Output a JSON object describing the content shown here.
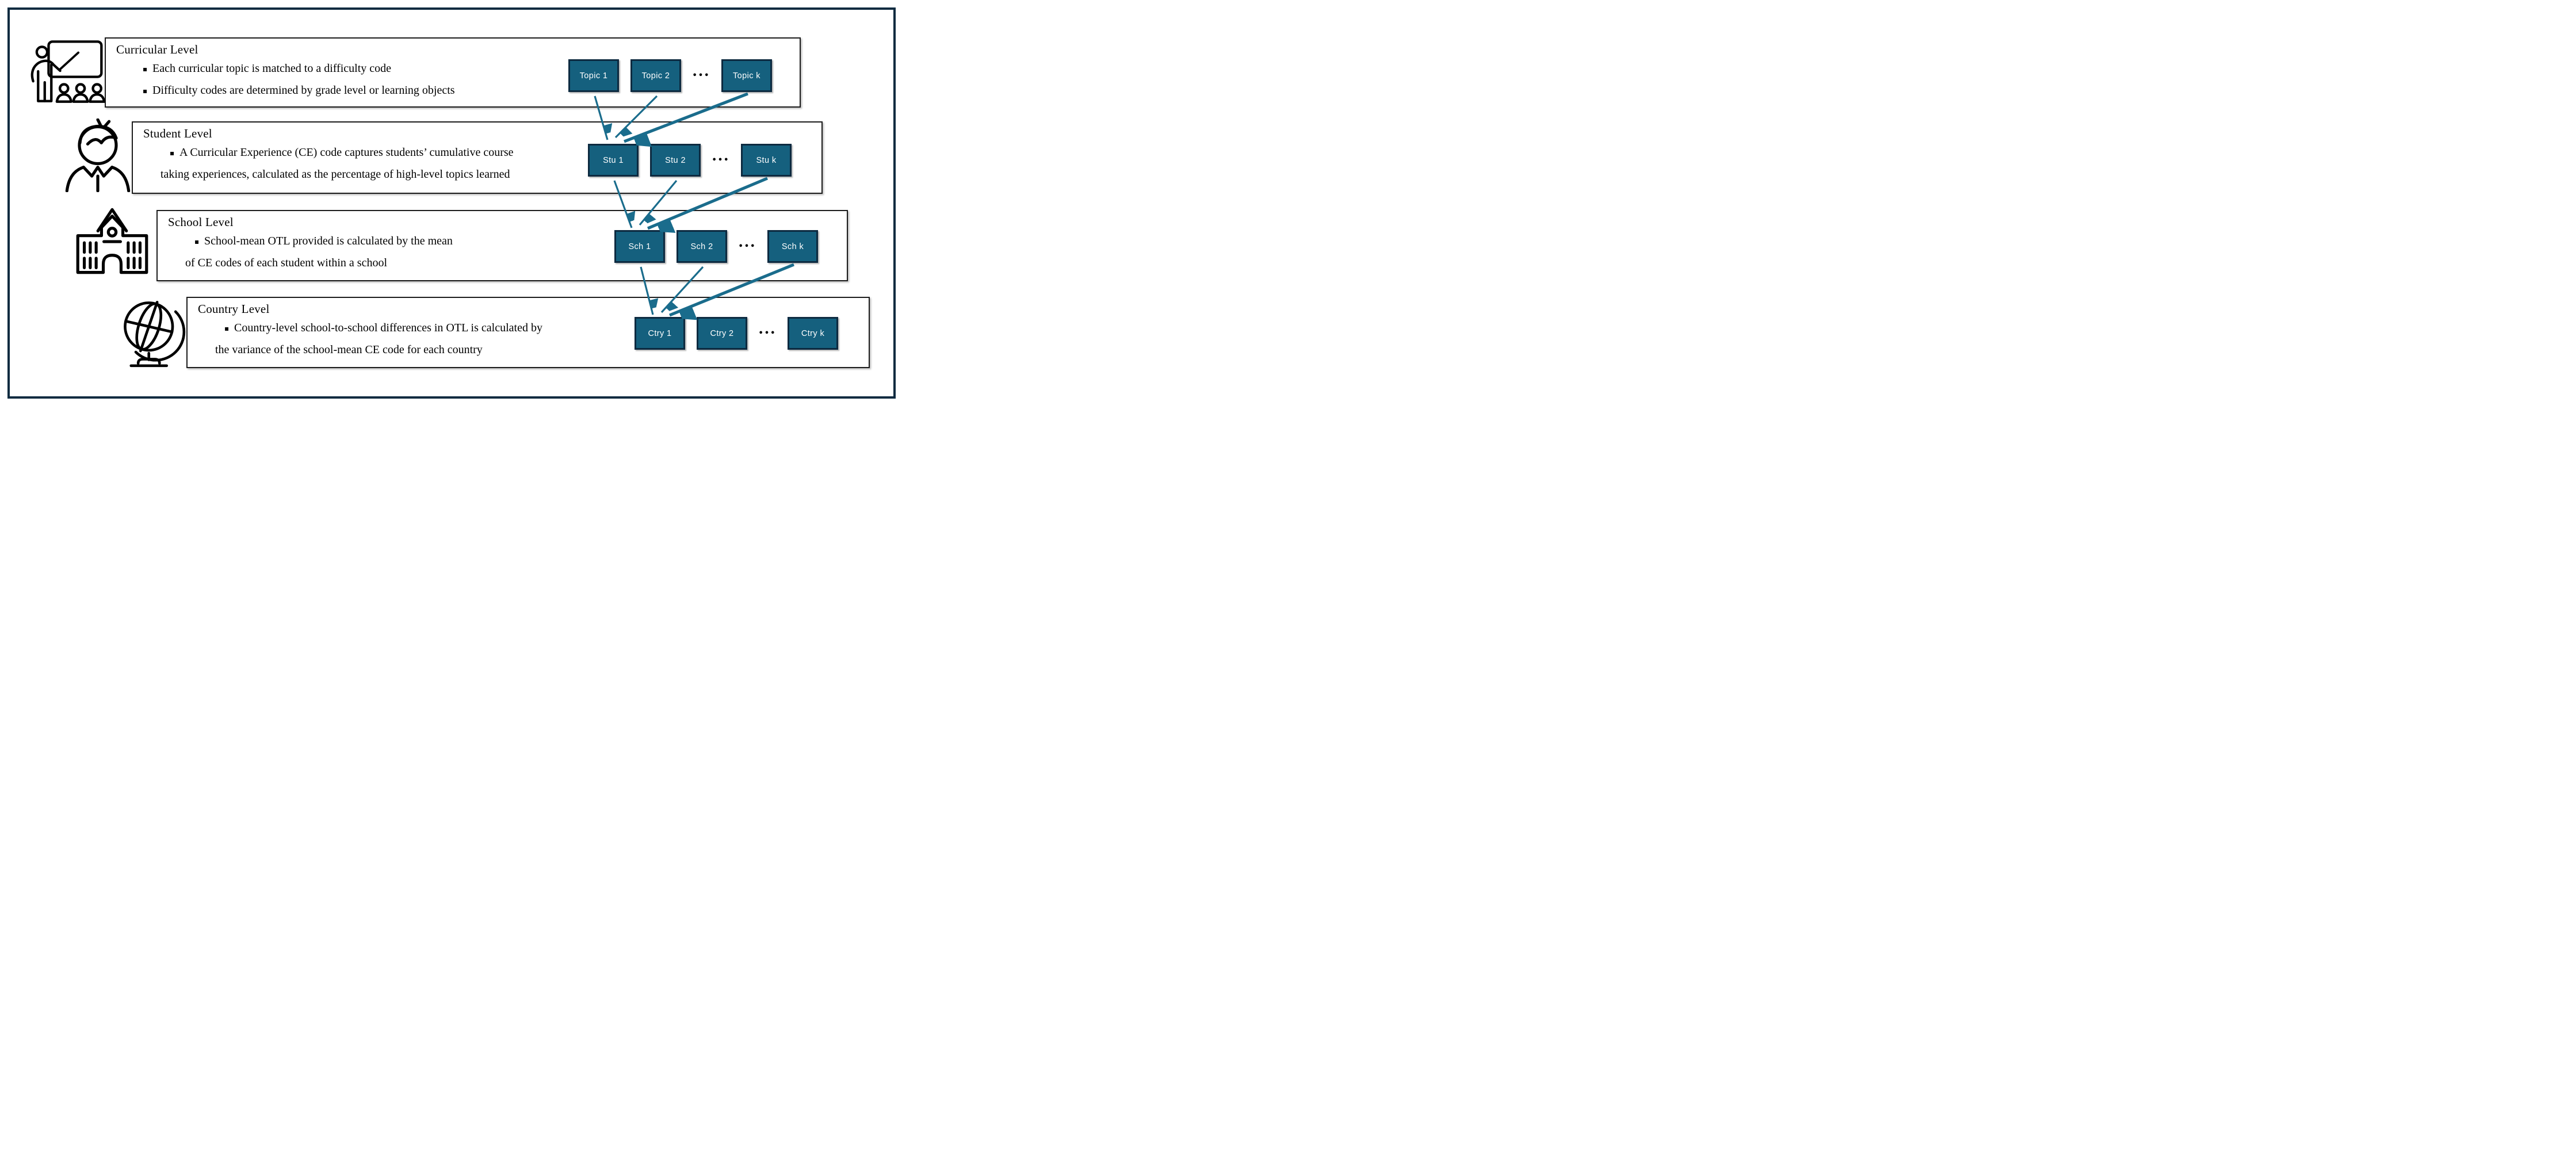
{
  "ui": {
    "bullet_char": "▪",
    "ellipsis": "•••"
  },
  "colors": {
    "background": "#ffffff",
    "text": "#000000",
    "frame_border": "#0e2b40",
    "container_border": "#1c1c1c",
    "node_fill": "#15607e",
    "node_border": "#0d2a40",
    "node_text": "#ffffff",
    "arrow": "#1a6c8c"
  },
  "levels": [
    {
      "id": "curricular",
      "title": "Curricular Level",
      "icon": "teacher-presenting-icon",
      "lines": [
        {
          "bullet": true,
          "text": "Each curricular topic is matched to a difficulty code"
        },
        {
          "bullet": true,
          "text": "Difficulty codes are determined by grade level or learning objects"
        }
      ],
      "nodes": [
        "Topic 1",
        "Topic 2",
        "Topic k"
      ]
    },
    {
      "id": "student",
      "title": "Student Level",
      "icon": "student-icon",
      "lines": [
        {
          "bullet": true,
          "text": "A Curricular Experience (CE) code captures students’ cumulative course"
        },
        {
          "bullet": false,
          "text": "taking experiences, calculated as the percentage of high-level topics learned"
        }
      ],
      "nodes": [
        "Stu 1",
        "Stu 2",
        "Stu k"
      ]
    },
    {
      "id": "school",
      "title": "School Level",
      "icon": "school-building-icon",
      "lines": [
        {
          "bullet": true,
          "text": "School-mean OTL provided is calculated by the mean"
        },
        {
          "bullet": false,
          "text": "of CE codes of each student within a school"
        }
      ],
      "nodes": [
        "Sch 1",
        "Sch 2",
        "Sch k"
      ]
    },
    {
      "id": "country",
      "title": "Country Level",
      "icon": "globe-icon",
      "lines": [
        {
          "bullet": true,
          "text": "Country-level school-to-school differences in OTL is calculated by"
        },
        {
          "bullet": false,
          "text": "the variance of the school-mean CE code for each country"
        }
      ],
      "nodes": [
        "Ctry 1",
        "Ctry 2",
        "Ctry k"
      ]
    }
  ]
}
